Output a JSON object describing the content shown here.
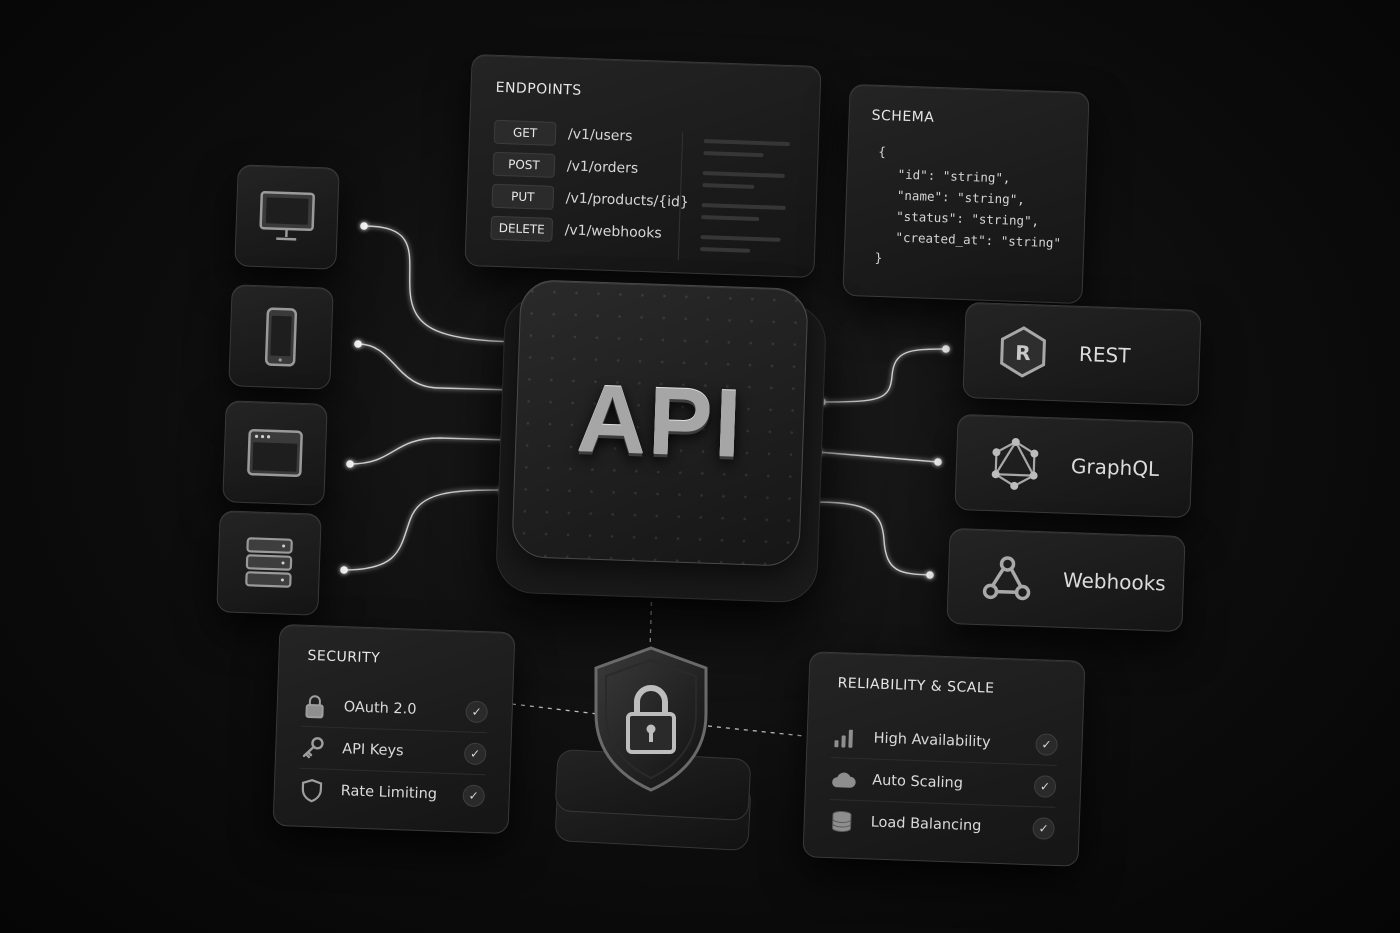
{
  "endpoints": {
    "title": "ENDPOINTS",
    "rows": [
      {
        "method": "GET",
        "path": "/v1/users"
      },
      {
        "method": "POST",
        "path": "/v1/orders"
      },
      {
        "method": "PUT",
        "path": "/v1/products/{id}"
      },
      {
        "method": "DELETE",
        "path": "/v1/webhooks"
      }
    ]
  },
  "schema": {
    "title": "SCHEMA",
    "lines": [
      "{",
      "\"id\": \"string\",",
      "\"name\": \"string\",",
      "\"status\": \"string\",",
      "\"created_at\": \"string\"",
      "}"
    ]
  },
  "clients": [
    {
      "icon": "monitor-icon"
    },
    {
      "icon": "smartphone-icon"
    },
    {
      "icon": "browser-window-icon"
    },
    {
      "icon": "server-stack-icon"
    }
  ],
  "api": {
    "label": "API"
  },
  "protocols": [
    {
      "label": "REST",
      "icon": "rest-hexagon-icon"
    },
    {
      "label": "GraphQL",
      "icon": "graphql-icon"
    },
    {
      "label": "Webhooks",
      "icon": "webhooks-icon"
    }
  ],
  "security": {
    "title": "SECURITY",
    "items": [
      {
        "label": "OAuth 2.0",
        "icon": "padlock-icon"
      },
      {
        "label": "API Keys",
        "icon": "key-icon"
      },
      {
        "label": "Rate Limiting",
        "icon": "shield-outline-icon"
      }
    ]
  },
  "reliability": {
    "title": "RELIABILITY & SCALE",
    "items": [
      {
        "label": "High Availability",
        "icon": "bar-chart-icon"
      },
      {
        "label": "Auto Scaling",
        "icon": "cloud-icon"
      },
      {
        "label": "Load Balancing",
        "icon": "database-icon"
      }
    ]
  },
  "center_shield": {
    "icon": "shield-lock-icon"
  },
  "colors": {
    "background": "#0a0a0a",
    "panel": "#1c1c1c",
    "wire": "#e6e6e6",
    "text": "#dcdcdc"
  }
}
